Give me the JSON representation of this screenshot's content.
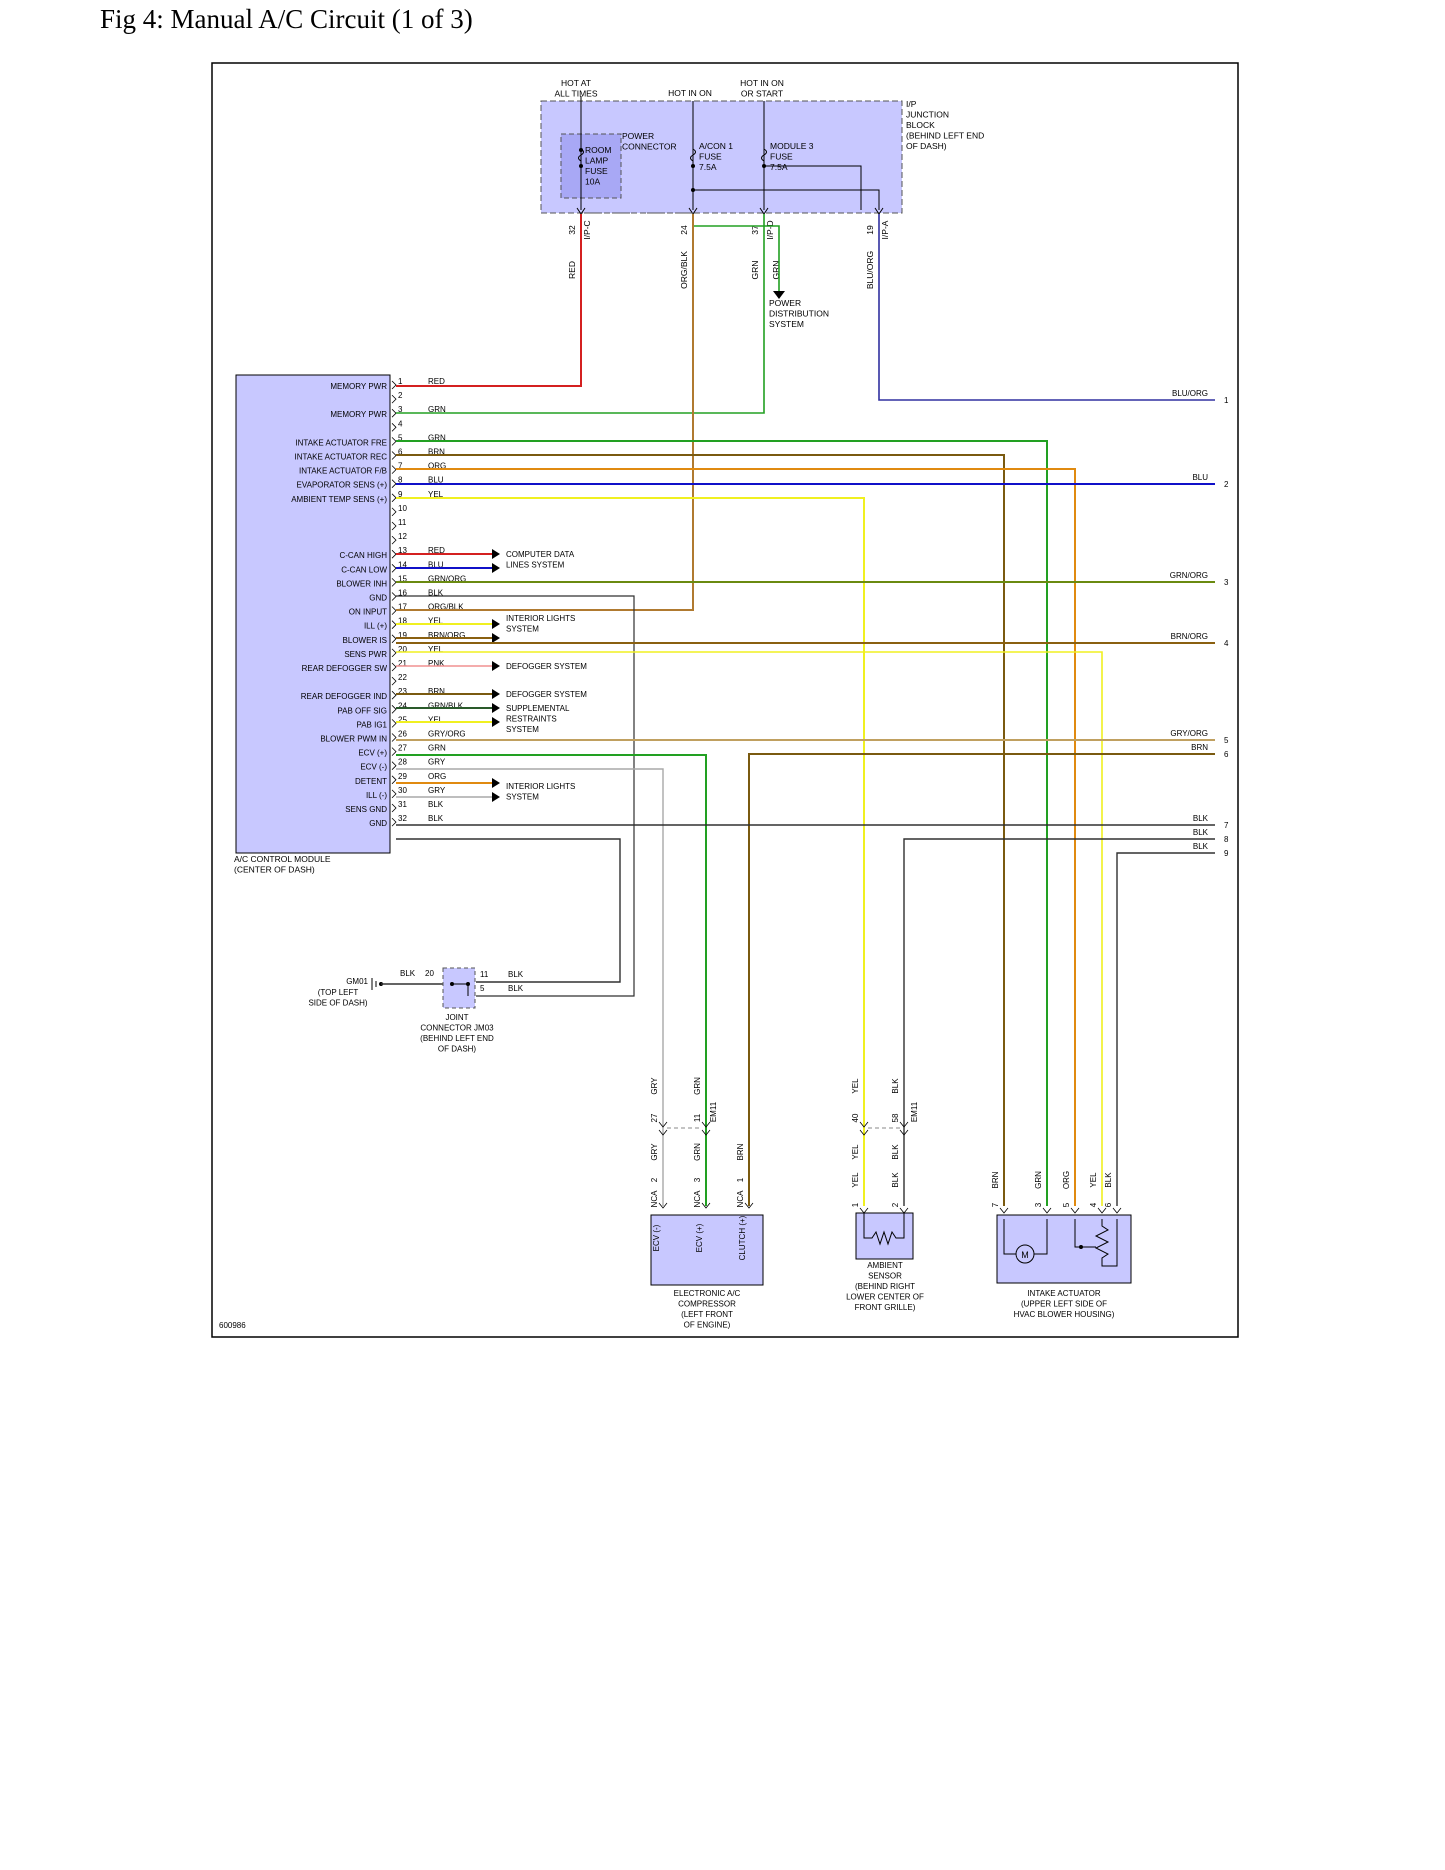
{
  "title": "Fig 4: Manual A/C Circuit (1 of 3)",
  "figure_id": "600986",
  "colors": {
    "frame": "#000000",
    "module_fill": "#c8c8ff",
    "fuse_fill": "#a8a8f5",
    "RED": "#d42020",
    "GRN": "#22a022",
    "BRN": "#7a5a10",
    "ORG": "#e08a10",
    "BLU": "#1010c8",
    "YEL": "#f0f020",
    "BLK": "#303030",
    "GRY": "#a8a8a8",
    "PNK": "#f09090",
    "ORG_BLK": "#b07a30",
    "BRN_ORG": "#8a6010",
    "GRN_ORG": "#6a8a10",
    "GRY_ORG": "#c0a060",
    "BLU_ORG": "#3030a0",
    "GRN_BLK": "#2a5a2a"
  },
  "supply": {
    "hot_at_all_times": [
      "HOT AT",
      "ALL TIMES"
    ],
    "hot_in_on": "HOT IN ON",
    "hot_in_on_or_start": [
      "HOT IN ON",
      "OR START"
    ]
  },
  "junction_block": {
    "label": [
      "I/P",
      "JUNCTION",
      "BLOCK",
      "(BEHIND LEFT END",
      "OF DASH)"
    ],
    "room_lamp_fuse": [
      "ROOM",
      "LAMP",
      "FUSE",
      "10A"
    ],
    "power_connector": [
      "POWER",
      "CONNECTOR"
    ],
    "acon1_fuse": [
      "A/CON 1",
      "FUSE",
      "7.5A"
    ],
    "module3_fuse": [
      "MODULE 3",
      "FUSE",
      "7.5A"
    ],
    "pins": [
      {
        "num": "32",
        "conn": "I/P-C",
        "wire": "RED"
      },
      {
        "num": "24",
        "conn": "",
        "wire": "ORG/BLK"
      },
      {
        "num": "37",
        "conn": "I/P-D",
        "wire": "GRN"
      },
      {
        "num": "19",
        "conn": "I/P-A",
        "wire": "BLU/ORG"
      }
    ],
    "extra_wire": "GRN",
    "power_distribution": [
      "POWER",
      "DISTRIBUTION",
      "SYSTEM"
    ]
  },
  "module": {
    "label": [
      "A/C CONTROL MODULE",
      "(CENTER OF DASH)"
    ],
    "pins": [
      {
        "n": "1",
        "name": "MEMORY PWR",
        "wire": "RED"
      },
      {
        "n": "2",
        "name": "",
        "wire": ""
      },
      {
        "n": "3",
        "name": "MEMORY PWR",
        "wire": "GRN"
      },
      {
        "n": "4",
        "name": "",
        "wire": ""
      },
      {
        "n": "5",
        "name": "INTAKE ACTUATOR FRE",
        "wire": "GRN"
      },
      {
        "n": "6",
        "name": "INTAKE ACTUATOR REC",
        "wire": "BRN"
      },
      {
        "n": "7",
        "name": "INTAKE ACTUATOR F/B",
        "wire": "ORG"
      },
      {
        "n": "8",
        "name": "EVAPORATOR SENS (+)",
        "wire": "BLU"
      },
      {
        "n": "9",
        "name": "AMBIENT TEMP SENS (+)",
        "wire": "YEL"
      },
      {
        "n": "10",
        "name": "",
        "wire": ""
      },
      {
        "n": "11",
        "name": "",
        "wire": ""
      },
      {
        "n": "12",
        "name": "",
        "wire": ""
      },
      {
        "n": "13",
        "name": "C-CAN HIGH",
        "wire": "RED"
      },
      {
        "n": "14",
        "name": "C-CAN LOW",
        "wire": "BLU"
      },
      {
        "n": "15",
        "name": "BLOWER INH",
        "wire": "GRN/ORG"
      },
      {
        "n": "16",
        "name": "GND",
        "wire": "BLK"
      },
      {
        "n": "17",
        "name": "ON INPUT",
        "wire": "ORG/BLK"
      },
      {
        "n": "18",
        "name": "ILL (+)",
        "wire": "YEL"
      },
      {
        "n": "19",
        "name": "BLOWER IS",
        "wire": "BRN/ORG"
      },
      {
        "n": "20",
        "name": "SENS PWR",
        "wire": "YEL"
      },
      {
        "n": "21",
        "name": "REAR DEFOGGER SW",
        "wire": "PNK"
      },
      {
        "n": "22",
        "name": "",
        "wire": ""
      },
      {
        "n": "23",
        "name": "REAR DEFOGGER IND",
        "wire": "BRN"
      },
      {
        "n": "24",
        "name": "PAB OFF SIG",
        "wire": "GRN/BLK"
      },
      {
        "n": "25",
        "name": "PAB IG1",
        "wire": "YEL"
      },
      {
        "n": "26",
        "name": "BLOWER PWM IN",
        "wire": "GRY/ORG"
      },
      {
        "n": "27",
        "name": "ECV (+)",
        "wire": "GRN"
      },
      {
        "n": "28",
        "name": "ECV (-)",
        "wire": "GRY"
      },
      {
        "n": "29",
        "name": "DETENT",
        "wire": "ORG"
      },
      {
        "n": "30",
        "name": "ILL (-)",
        "wire": "GRY"
      },
      {
        "n": "31",
        "name": "SENS GND",
        "wire": "BLK"
      },
      {
        "n": "32",
        "name": "GND",
        "wire": "BLK"
      }
    ]
  },
  "references": {
    "computer_data": [
      "COMPUTER DATA",
      "LINES SYSTEM"
    ],
    "interior_lights_1": [
      "INTERIOR LIGHTS",
      "SYSTEM"
    ],
    "defogger_1": "DEFOGGER SYSTEM",
    "defogger_2": "DEFOGGER SYSTEM",
    "srs": [
      "SUPPLEMENTAL",
      "RESTRAINTS",
      "SYSTEM"
    ],
    "interior_lights_2": [
      "INTERIOR LIGHTS",
      "SYSTEM"
    ]
  },
  "offpage": [
    {
      "wire": "BLU/ORG",
      "n": "1"
    },
    {
      "wire": "BLU",
      "n": "2"
    },
    {
      "wire": "GRN/ORG",
      "n": "3"
    },
    {
      "wire": "BRN/ORG",
      "n": "4"
    },
    {
      "wire": "GRY/ORG",
      "n": "5"
    },
    {
      "wire": "BRN",
      "n": "6"
    },
    {
      "wire": "BLK",
      "n": "7"
    },
    {
      "wire": "BLK",
      "n": "8"
    },
    {
      "wire": "BLK",
      "n": "9"
    }
  ],
  "ground": {
    "name": "GM01",
    "label": [
      "(TOP LEFT",
      "SIDE OF DASH)"
    ],
    "wire": "BLK",
    "pin": "20"
  },
  "joint": {
    "label": [
      "JOINT",
      "CONNECTOR JM03",
      "(BEHIND LEFT END",
      "OF DASH)"
    ],
    "pins": [
      {
        "n": "11",
        "wire": "BLK"
      },
      {
        "n": "5",
        "wire": "BLK"
      }
    ]
  },
  "em11": {
    "conn": "EM11",
    "pins": [
      {
        "n": "27",
        "wire": "GRY"
      },
      {
        "n": "11",
        "wire": "GRN"
      },
      {
        "n": "40",
        "wire": "YEL"
      },
      {
        "n": "58",
        "wire": "BLK"
      }
    ]
  },
  "compressor": {
    "label": [
      "ELECTRONIC A/C",
      "COMPRESSOR",
      "(LEFT FRONT",
      "OF ENGINE)"
    ],
    "conn": "NCA",
    "pins": [
      {
        "n": "2",
        "wire": "GRY",
        "name": "ECV (-)"
      },
      {
        "n": "3",
        "wire": "GRN",
        "name": "ECV (+)"
      },
      {
        "n": "1",
        "wire": "BRN",
        "name": "CLUTCH (+)"
      }
    ]
  },
  "ambient": {
    "label": [
      "AMBIENT",
      "SENSOR",
      "(BEHIND RIGHT",
      "LOWER CENTER OF",
      "FRONT GRILLE)"
    ],
    "pins": [
      {
        "n": "1",
        "wire": "YEL"
      },
      {
        "n": "2",
        "wire": "BLK"
      }
    ]
  },
  "actuator": {
    "label": [
      "INTAKE ACTUATOR",
      "(UPPER LEFT SIDE OF",
      "HVAC BLOWER HOUSING)"
    ],
    "motor": "M",
    "pins": [
      {
        "n": "7",
        "wire": "BRN"
      },
      {
        "n": "3",
        "wire": "GRN"
      },
      {
        "n": "5",
        "wire": "ORG"
      },
      {
        "n": "4",
        "wire": "YEL"
      },
      {
        "n": "6",
        "wire": "BLK"
      }
    ]
  }
}
